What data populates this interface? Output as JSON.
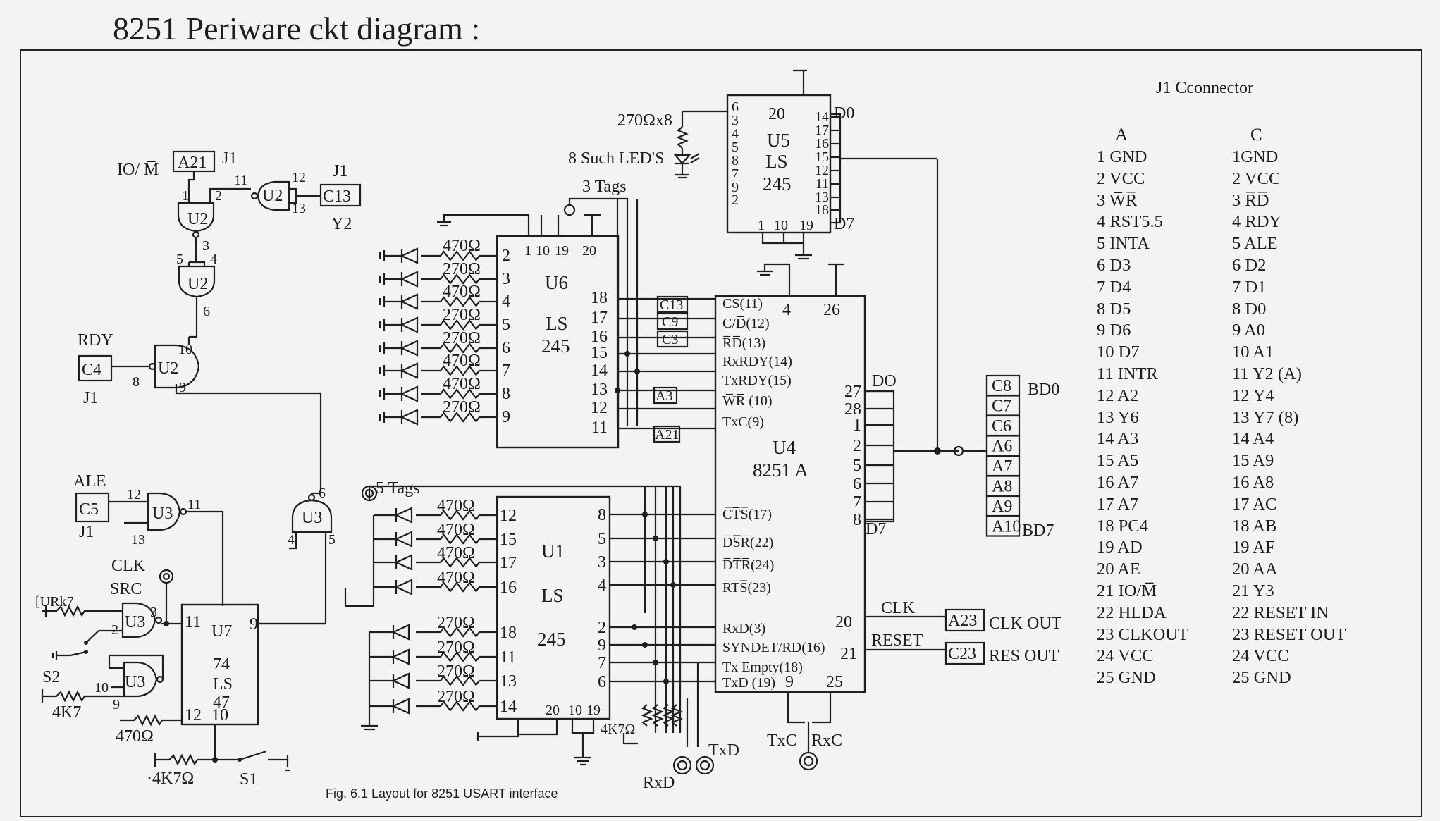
{
  "title": "8251 Periware ckt diagram :",
  "caption": "Fig. 6.1    Layout for 8251 USART interface",
  "connector": {
    "title": "J1 Cconnector",
    "col_a_header": "A",
    "col_c_header": "C",
    "col_a": [
      "1 GND",
      "2 VCC",
      "3 W̅R̅",
      "4 RST5.5",
      "5 INTA",
      "6 D3",
      "7 D4",
      "8 D5",
      "9 D6",
      "10 D7",
      "11 INTR",
      "12 A2",
      "13 Y6",
      "14 A3",
      "15 A5",
      "16 A7",
      "17 A7",
      "18 PC4",
      "19 AD",
      "20 AE",
      "21 IO/M̅",
      "22 HLDA",
      "23 CLKOUT",
      "24 VCC",
      "25 GND"
    ],
    "col_c": [
      "1GND",
      "2 VCC",
      "3 R̅D̅",
      "4 RDY",
      "5 ALE",
      "6 D2",
      "7 D1",
      "8 D0",
      "9 A0",
      "10 A1",
      "11 Y2 (A)",
      "12 Y4",
      "13 Y7 (8)",
      "14 A4",
      "15 A9",
      "16 A8",
      "17 AC",
      "18 AB",
      "19 AF",
      "20 AA",
      "21 Y3",
      "22 RESET IN",
      "23 RESET OUT",
      "24 VCC",
      "25 GND"
    ]
  },
  "chips": {
    "u5": {
      "name": "U5",
      "type": "LS",
      "num": "245",
      "vcc": "20",
      "left_pins": [
        "6",
        "3",
        "4",
        "5",
        "8",
        "7",
        "9",
        "2"
      ],
      "right_pins": [
        "14",
        "17",
        "16",
        "15",
        "12",
        "11",
        "13",
        "18"
      ],
      "bottom_pins": [
        "1",
        "10",
        "19"
      ],
      "d_top": "D0",
      "d_bottom": "D7"
    },
    "u6": {
      "name": "U6",
      "type": "LS",
      "num": "245",
      "top_pins": [
        "1",
        "10",
        "19",
        "20"
      ],
      "left_pins": [
        "2",
        "3",
        "4",
        "5",
        "6",
        "7",
        "8",
        "9"
      ],
      "right_pins": [
        "18",
        "17",
        "16",
        "15",
        "14",
        "13",
        "12",
        "11"
      ]
    },
    "u4": {
      "name": "U4",
      "type": "8251 A",
      "top_pins": [
        "4",
        "26"
      ],
      "left_pins": [
        "C̅S̅(11)",
        "C/D̅(12)",
        "R̅D̅(13)",
        "RxRDY(14)",
        "TxRDY(15)",
        "W̅R̅ (10)",
        "TxC(9)",
        "C̅T̅S̅(17)",
        "D̅S̅R̅(22)",
        "D̅T̅R̅(24)",
        "R̅T̅S̅(23)",
        "RxD(3)",
        "SYNDET/RD(16)",
        "Tx Empty(18)",
        "TxD (19)"
      ],
      "right_pins": [
        "27",
        "28",
        "1",
        "2",
        "5",
        "6",
        "7",
        "8"
      ],
      "bottom_pins": [
        "9",
        "25"
      ],
      "right_extra": [
        "20",
        "21"
      ],
      "d_top": "DO",
      "d_bottom": "D7"
    },
    "u1": {
      "name": "U1",
      "type": "LS",
      "num": "245",
      "left_pins": [
        "12",
        "15",
        "17",
        "16",
        "18",
        "11",
        "13",
        "14"
      ],
      "right_pins": [
        "8",
        "5",
        "3",
        "4",
        "2",
        "9",
        "7",
        "6"
      ],
      "bottom_pins": [
        "20",
        "10",
        "19"
      ]
    },
    "u7": {
      "name": "U7",
      "type": "74",
      "mid": "LS",
      "num": "47",
      "left_pins": [
        "11",
        "12"
      ],
      "right_pins": [
        "9"
      ],
      "bottom_pins": [
        "10"
      ]
    }
  },
  "gates": {
    "u2a": {
      "name": "U2",
      "pins": [
        "1",
        "2",
        "3"
      ]
    },
    "u2b": {
      "name": "U2",
      "pins": [
        "11",
        "12",
        "13"
      ]
    },
    "u2c": {
      "name": "U2",
      "pins": [
        "5",
        "4",
        "6"
      ]
    },
    "u2d": {
      "name": "U2",
      "pins": [
        "10",
        "8",
        "9"
      ]
    },
    "u3a": {
      "name": "U3",
      "pins": [
        "12",
        "13",
        "11"
      ]
    },
    "u3b": {
      "name": "U3",
      "pins": [
        "6",
        "4",
        "5"
      ]
    },
    "u3c": {
      "name": "U3",
      "pins": [
        "2",
        "3"
      ]
    },
    "u3d": {
      "name": "U3",
      "pins": [
        "10",
        "9"
      ]
    }
  },
  "labels": {
    "io_m": "IO/ M̅",
    "a21": "A21",
    "j1a": "J1",
    "j1b": "J1",
    "c13": "C13",
    "y2": "Y2",
    "rdy": "RDY",
    "c4": "C4",
    "j1c": "J1",
    "ale": "ALE",
    "c5": "C5",
    "j1d": "J1",
    "clk": "CLK",
    "src": "SRC",
    "urk": "[URk7",
    "s2": "S2",
    "r4k7": "4K7",
    "r470": "470Ω",
    "r4k7b": "·4K7Ω",
    "s1": "S1",
    "res270x8": "270Ωx8",
    "leds": "8 Such LED'S",
    "tags3": "3 Tags",
    "tags5": "5 Tags",
    "u6_res": [
      "470Ω",
      "270Ω",
      "470Ω",
      "270Ω",
      "270Ω",
      "470Ω",
      "470Ω",
      "270Ω"
    ],
    "u1_res": [
      "470Ω",
      "470Ω",
      "470Ω",
      "470Ω",
      "270Ω",
      "270Ω",
      "270Ω",
      "270Ω"
    ],
    "u6_boxes": [
      "C13",
      "C9",
      "C3"
    ],
    "a3": "A3",
    "a21b": "A21",
    "bus": [
      "C8",
      "C7",
      "C6",
      "A6",
      "A7",
      "A8",
      "A9",
      "A10"
    ],
    "bd0": "BD0",
    "bd7": "BD7",
    "clk_wire": "CLK",
    "reset_wire": "RESET",
    "a23": "A23",
    "c23": "C23",
    "clk_out": "CLK OUT",
    "res_out": "RES OUT",
    "txc": "TxC",
    "rxc": "RxC",
    "txd": "TxD",
    "rxd": "RxD",
    "r4k7c": "4K7Ω"
  }
}
